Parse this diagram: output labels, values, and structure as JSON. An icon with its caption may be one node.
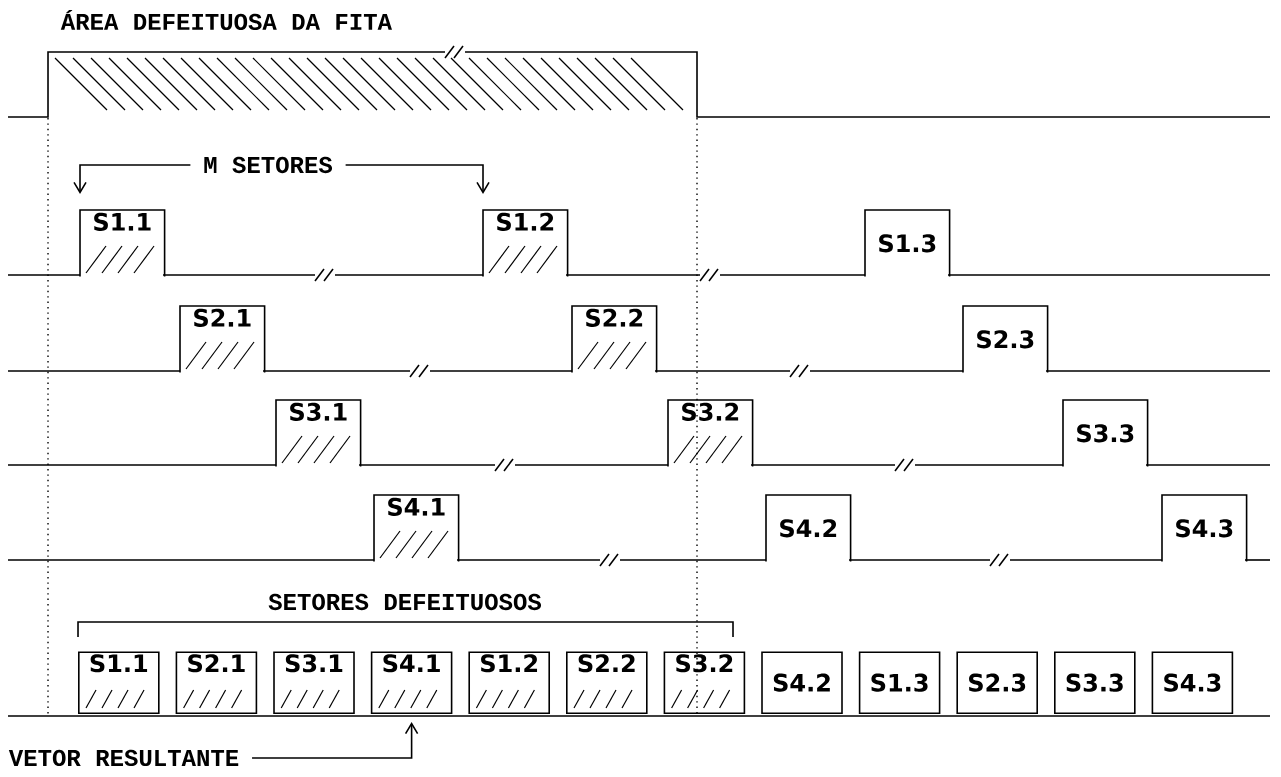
{
  "diagram": {
    "nodes": [
      {
        "text": [
          "M SETORES"
        ]
      },
      {
        "text": [
          "S1.1"
        ]
      },
      {
        "text": [
          "S1.2"
        ]
      },
      {
        "text": [
          "S1.3"
        ]
      },
      {
        "text": [
          "S2.1"
        ]
      },
      {
        "text": [
          "S2.2"
        ]
      },
      {
        "text": [
          "S2.3"
        ]
      },
      {
        "text": [
          "S3.1"
        ]
      },
      {
        "text": [
          "S3.2"
        ]
      },
      {
        "text": [
          "S3.3"
        ]
      },
      {
        "text": [
          "S4.1"
        ]
      },
      {
        "text": [
          "S4.2"
        ]
      },
      {
        "text": [
          "S4.3"
        ]
      },
      {
        "text": [
          "S1.1"
        ]
      },
      {
        "text": [
          "S2.1"
        ]
      },
      {
        "text": [
          "S3.1"
        ]
      },
      {
        "text": [
          "S4.1"
        ]
      },
      {
        "text": [
          "S1.2"
        ]
      },
      {
        "text": [
          "S2.2"
        ]
      },
      {
        "text": [
          "S3.2"
        ]
      },
      {
        "text": [
          "S4.2"
        ]
      },
      {
        "text": [
          "S1.3"
        ]
      },
      {
        "text": [
          "S2.3"
        ]
      },
      {
        "text": [
          "S3.3"
        ]
      },
      {
        "text": [
          "S4.3"
        ]
      },
      {
        "text": [
          "VETOR RESULTANTE"
        ]
      }
    ],
    "edges": [
      {
        "from": 0,
        "to": 1,
        "arrow": "to"
      },
      {
        "from": 0,
        "to": 2,
        "arrow": "to"
      },
      {
        "from": 25,
        "to": 16,
        "arrow": "to"
      }
    ],
    "labels": [
      "ÁREA DEFEITUOSA DA FITA",
      "SETORES DEFEITUOSOS"
    ]
  }
}
